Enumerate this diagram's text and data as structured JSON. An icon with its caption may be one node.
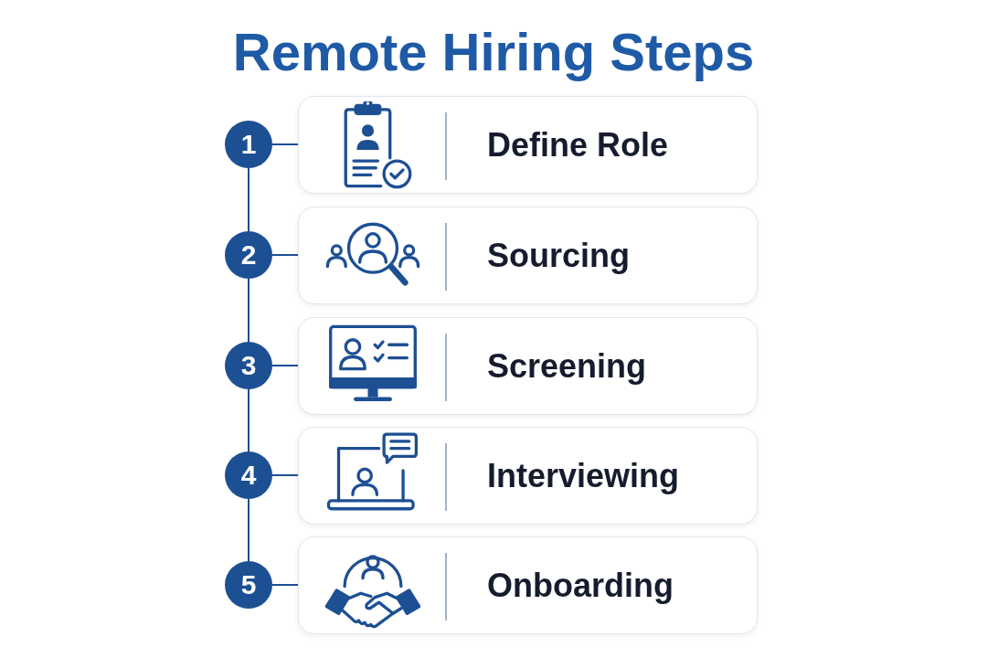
{
  "diagram": {
    "title": "Remote Hiring Steps",
    "nodes": [
      {
        "text": [
          "1"
        ]
      },
      {
        "text": [
          "Define Role"
        ]
      },
      {
        "text": [
          "2"
        ]
      },
      {
        "text": [
          "Sourcing"
        ]
      },
      {
        "text": [
          "3"
        ]
      },
      {
        "text": [
          "Screening"
        ]
      },
      {
        "text": [
          "4"
        ]
      },
      {
        "text": [
          "Interviewing"
        ]
      },
      {
        "text": [
          "5"
        ]
      },
      {
        "text": [
          "Onboarding"
        ]
      }
    ],
    "edges": [
      {
        "from": 0,
        "to": 1,
        "arrow": "none"
      },
      {
        "from": 0,
        "to": 2,
        "arrow": "none"
      },
      {
        "from": 2,
        "to": 3,
        "arrow": "none"
      },
      {
        "from": 2,
        "to": 4,
        "arrow": "none"
      },
      {
        "from": 4,
        "to": 5,
        "arrow": "none"
      },
      {
        "from": 4,
        "to": 6,
        "arrow": "none"
      },
      {
        "from": 6,
        "to": 7,
        "arrow": "none"
      },
      {
        "from": 6,
        "to": 8,
        "arrow": "none"
      },
      {
        "from": 8,
        "to": 9,
        "arrow": "none"
      }
    ]
  }
}
